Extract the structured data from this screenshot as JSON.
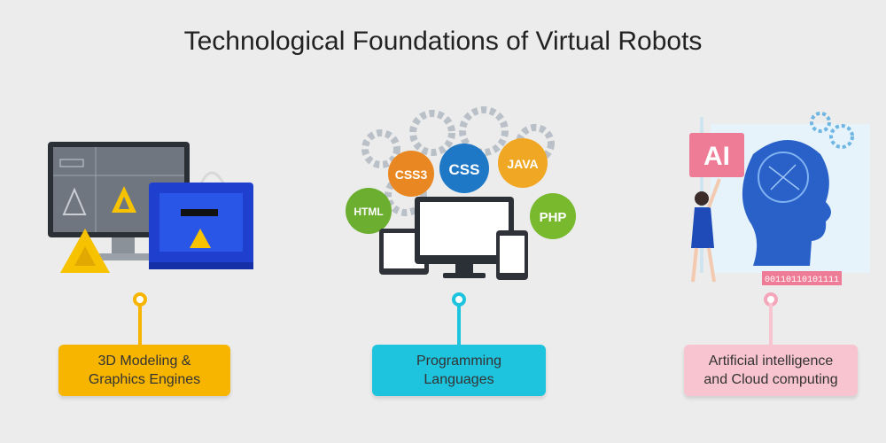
{
  "title": "Technological Foundations of Virtual Robots",
  "pillars": [
    {
      "label_line1": "3D Modeling &",
      "label_line2": "Graphics Engines",
      "accent": "#f7b500",
      "text_color": "#333333"
    },
    {
      "label_line1": "Programming",
      "label_line2": "Languages",
      "accent": "#1ec3de",
      "text_color": "#333333",
      "badges": [
        "CSS3",
        "CSS",
        "JAVA",
        "HTML",
        "PHP"
      ]
    },
    {
      "label_line1": "Artificial intelligence",
      "label_line2": "and Cloud computing",
      "accent": "#f8c4d0",
      "dot_color": "#f4a7bb",
      "text_color": "#333333",
      "ai_text": "AI",
      "binary_text": "00110110101111"
    }
  ],
  "icons": [
    "3d-printer-illustration",
    "gear-cluster-illustration",
    "ai-head-illustration"
  ]
}
